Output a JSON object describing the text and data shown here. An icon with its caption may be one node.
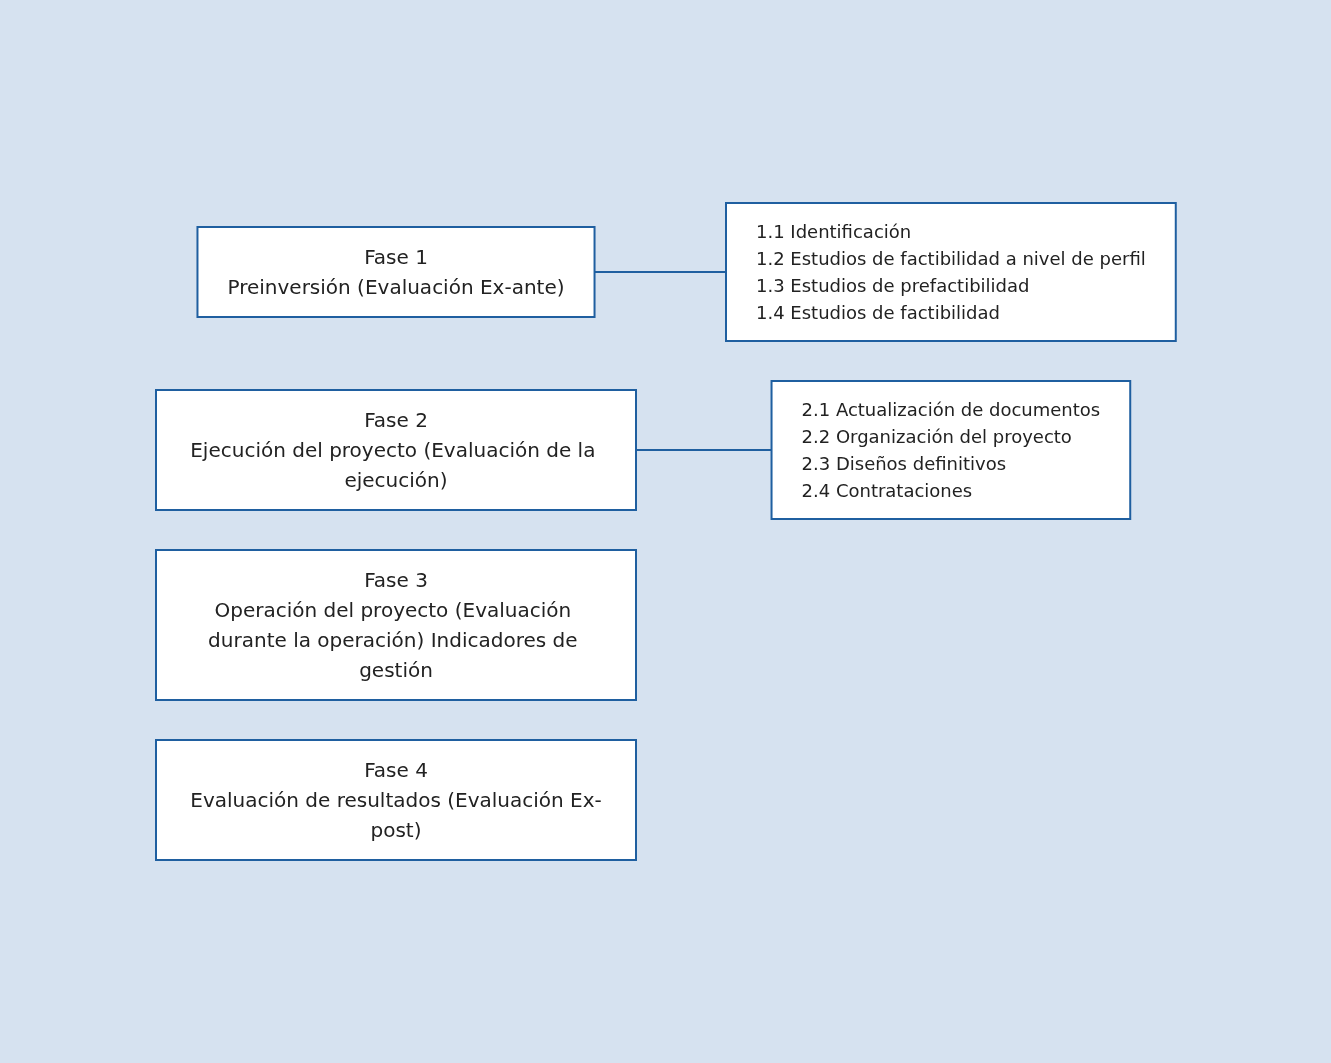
{
  "diagram": {
    "nodes": [
      {
        "text": [
          "Fase 1",
          "Preinversión (Evaluación Ex-ante)"
        ]
      },
      {
        "text": [
          "1.1 Identificación",
          "1.2 Estudios de factibilidad a nivel de perfil",
          "1.3 Estudios de prefactibilidad",
          "1.4 Estudios de factibilidad"
        ]
      },
      {
        "text": [
          "Fase 2",
          "Ejecución del proyecto (Evaluación de la ejecución)"
        ]
      },
      {
        "text": [
          "2.1 Actualización de documentos",
          "2.2 Organización del proyecto",
          "2.3 Diseños definitivos",
          "2.4 Contrataciones"
        ]
      },
      {
        "text": [
          "Fase 3",
          "Operación del proyecto (Evaluación durante la operación) Indicadores de gestión"
        ]
      },
      {
        "text": [
          "Fase 4",
          "Evaluación de resultados (Evaluación Ex-post)"
        ]
      }
    ],
    "edges": [
      {
        "from": 0,
        "to": 1,
        "arrow": "none"
      },
      {
        "from": 2,
        "to": 3,
        "arrow": "none"
      }
    ]
  }
}
